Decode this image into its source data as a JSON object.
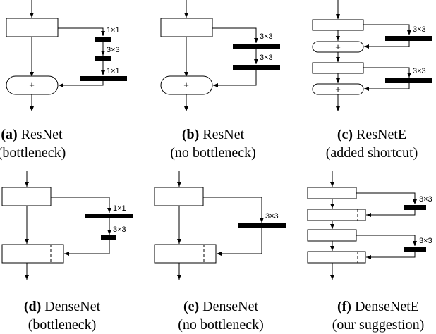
{
  "panels": [
    {
      "id": "a",
      "letter": "(a)",
      "name": "ResNet",
      "subtitle": "(bottleneck)",
      "layers": [
        "1×1",
        "3×3",
        "1×1"
      ],
      "sum_symbol": "+"
    },
    {
      "id": "b",
      "letter": "(b)",
      "name": "ResNet",
      "subtitle": "(no bottleneck)",
      "layers": [
        "3×3",
        "3×3"
      ],
      "sum_symbol": "+"
    },
    {
      "id": "c",
      "letter": "(c)",
      "name": "ResNetE",
      "subtitle": "(added shortcut)",
      "layers": [
        "3×3",
        "3×3"
      ],
      "sum_symbol": "+"
    },
    {
      "id": "d",
      "letter": "(d)",
      "name": "DenseNet",
      "subtitle": "(bottleneck)",
      "layers": [
        "1×1",
        "3×3"
      ]
    },
    {
      "id": "e",
      "letter": "(e)",
      "name": "DenseNet",
      "subtitle": "(no bottleneck)",
      "layers": [
        "3×3"
      ]
    },
    {
      "id": "f",
      "letter": "(f)",
      "name": "DenseNetE",
      "subtitle": "(our suggestion)",
      "layers": [
        "3×3",
        "3×3"
      ]
    }
  ]
}
